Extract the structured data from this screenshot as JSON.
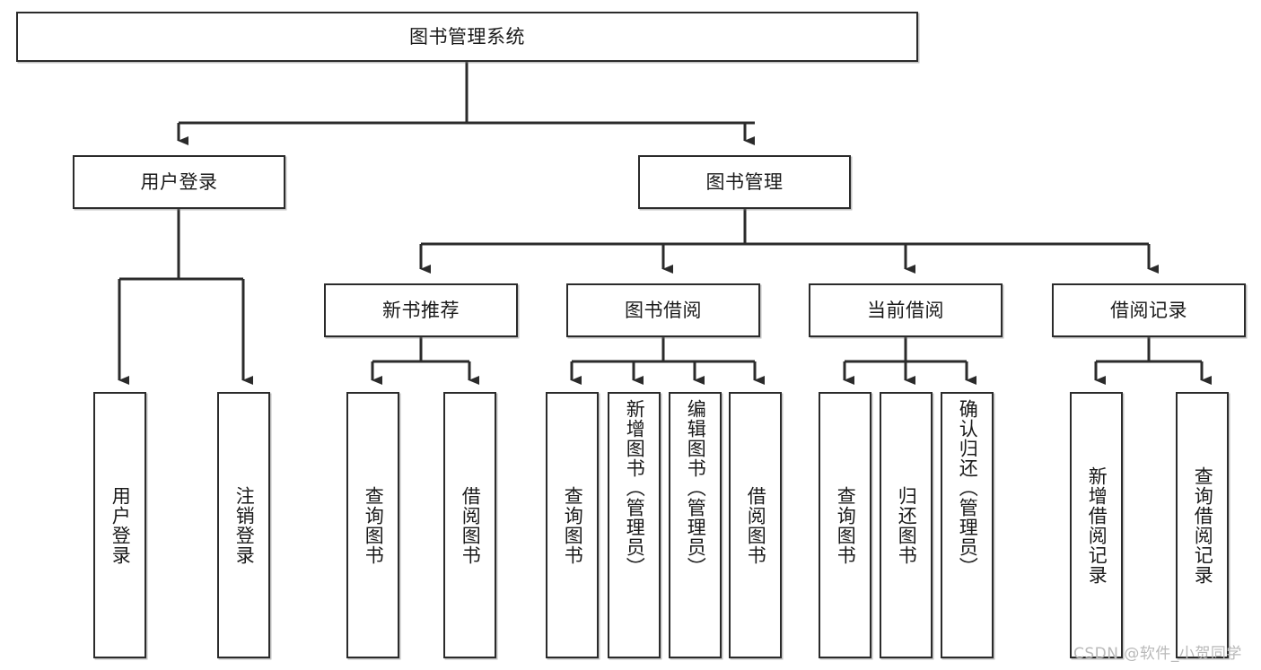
{
  "diagram": {
    "type": "tree-hierarchy-chart",
    "title": "图书管理系统",
    "stroke_color": "#2b2b2b",
    "fill_color": "#ffffff",
    "text_color": "#1a1a1a",
    "root": {
      "label": "图书管理系统"
    },
    "level2": [
      {
        "label": "用户登录"
      },
      {
        "label": "图书管理"
      }
    ],
    "level3": [
      {
        "label": "新书推荐"
      },
      {
        "label": "图书借阅"
      },
      {
        "label": "当前借阅"
      },
      {
        "label": "借阅记录"
      }
    ],
    "leaves": {
      "user_login": [
        {
          "label": "用户登录"
        },
        {
          "label": "注销登录"
        }
      ],
      "new_book_recommend": [
        {
          "label": "查询图书"
        },
        {
          "label": "借阅图书"
        }
      ],
      "book_borrow": [
        {
          "label": "查询图书"
        },
        {
          "label": "新增图书（管理员）"
        },
        {
          "label": "编辑图书（管理员）"
        },
        {
          "label": "借阅图书"
        }
      ],
      "current_borrow": [
        {
          "label": "查询图书"
        },
        {
          "label": "归还图书"
        },
        {
          "label": "确认归还（管理员）"
        }
      ],
      "borrow_record": [
        {
          "label": "新增借阅记录"
        },
        {
          "label": "查询借阅记录"
        }
      ]
    }
  },
  "watermark": {
    "text": "CSDN @软件_小贺同学"
  }
}
